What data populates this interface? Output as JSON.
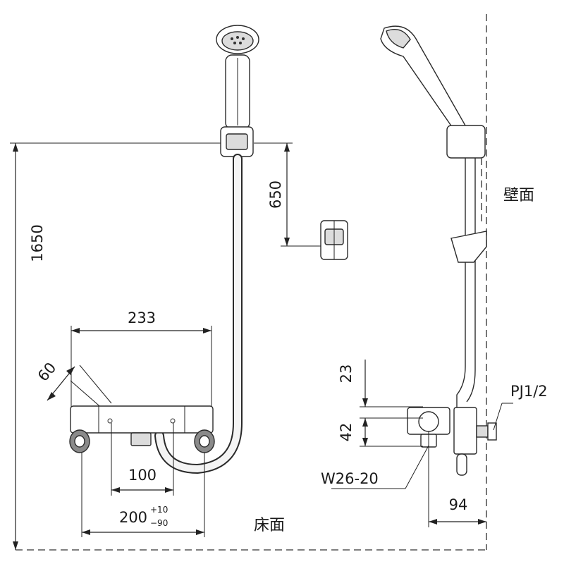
{
  "dimensions": {
    "height_total": "1650",
    "hook_offset": "650",
    "body_width": "233",
    "handle_angle": "60",
    "inlet_pitch": "100",
    "inlet_span": "200",
    "inlet_span_tol_plus": "+10",
    "inlet_span_tol_minus": "−90",
    "side_upper": "23",
    "side_lower": "42",
    "wall_offset": "94"
  },
  "labels": {
    "wall_surface": "壁面",
    "floor_surface": "床面",
    "pipe_thread": "PJ1/2",
    "outlet_thread": "W26-20"
  }
}
